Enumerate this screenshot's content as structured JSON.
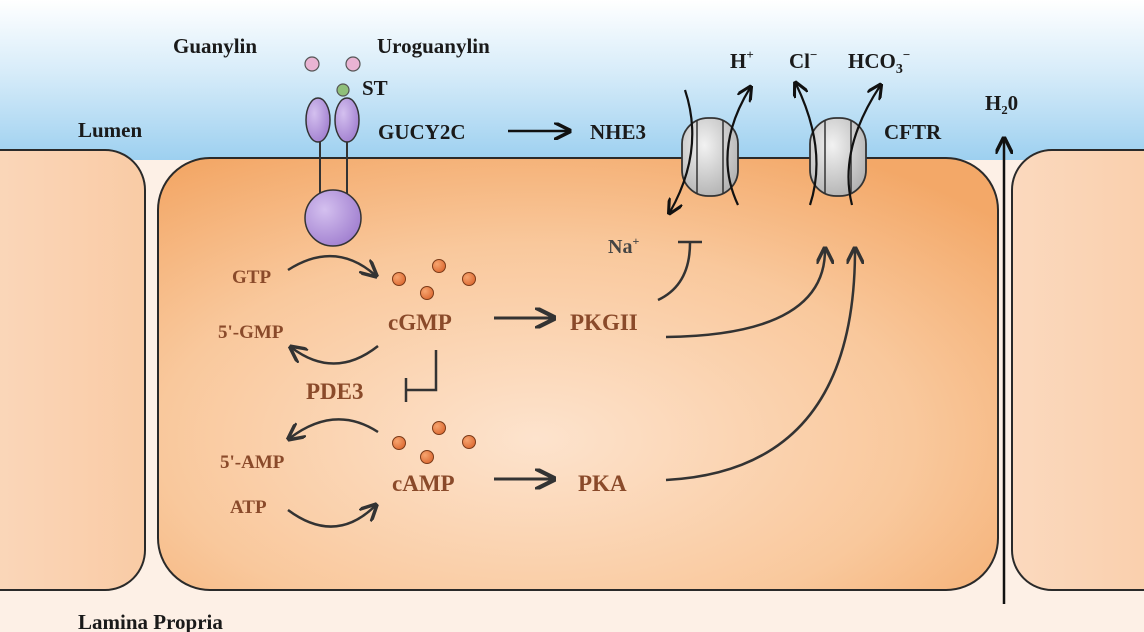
{
  "labels": {
    "guanylin": "Guanylin",
    "uroguanylin": "Uroguanylin",
    "st": "ST",
    "lumen": "Lumen",
    "gucy2c": "GUCY2C",
    "nhe3": "NHE3",
    "cftr": "CFTR",
    "h_ion": "H",
    "h_ion_sup": "+",
    "cl_ion": "Cl",
    "cl_ion_sup": "−",
    "hco3_main": "HCO",
    "hco3_sub": "3",
    "hco3_sup": "−",
    "h2o": "H₂0",
    "na_ion": "Na",
    "na_ion_sup": "+",
    "gtp": "GTP",
    "gmp5": "5'-GMP",
    "cgmp": "cGMP",
    "pkgii": "PKGII",
    "pde3": "PDE3",
    "amp5": "5'-AMP",
    "atp": "ATP",
    "camp": "cAMP",
    "pka": "PKA",
    "lamina_propria": "Lamina Propria"
  },
  "colors": {
    "lumen_top": "#cde6f7",
    "lumen_band": "#9dd0f0",
    "cell_fill": "#f6b47e",
    "cell_center": "#fde4cf",
    "neighbor_cell": "#fbd4b4",
    "lamina_bg": "#fdf0e6",
    "receptor": "#b190d8",
    "ligand_pink": "#e9b4d3",
    "st_green": "#8fbf7a",
    "messenger_dot": "#e9793f",
    "channel_gray": "#c8c8c8",
    "text_dark": "#1a1a1a",
    "text_brown": "#8a4a2a",
    "arrow_dark": "#333333"
  }
}
